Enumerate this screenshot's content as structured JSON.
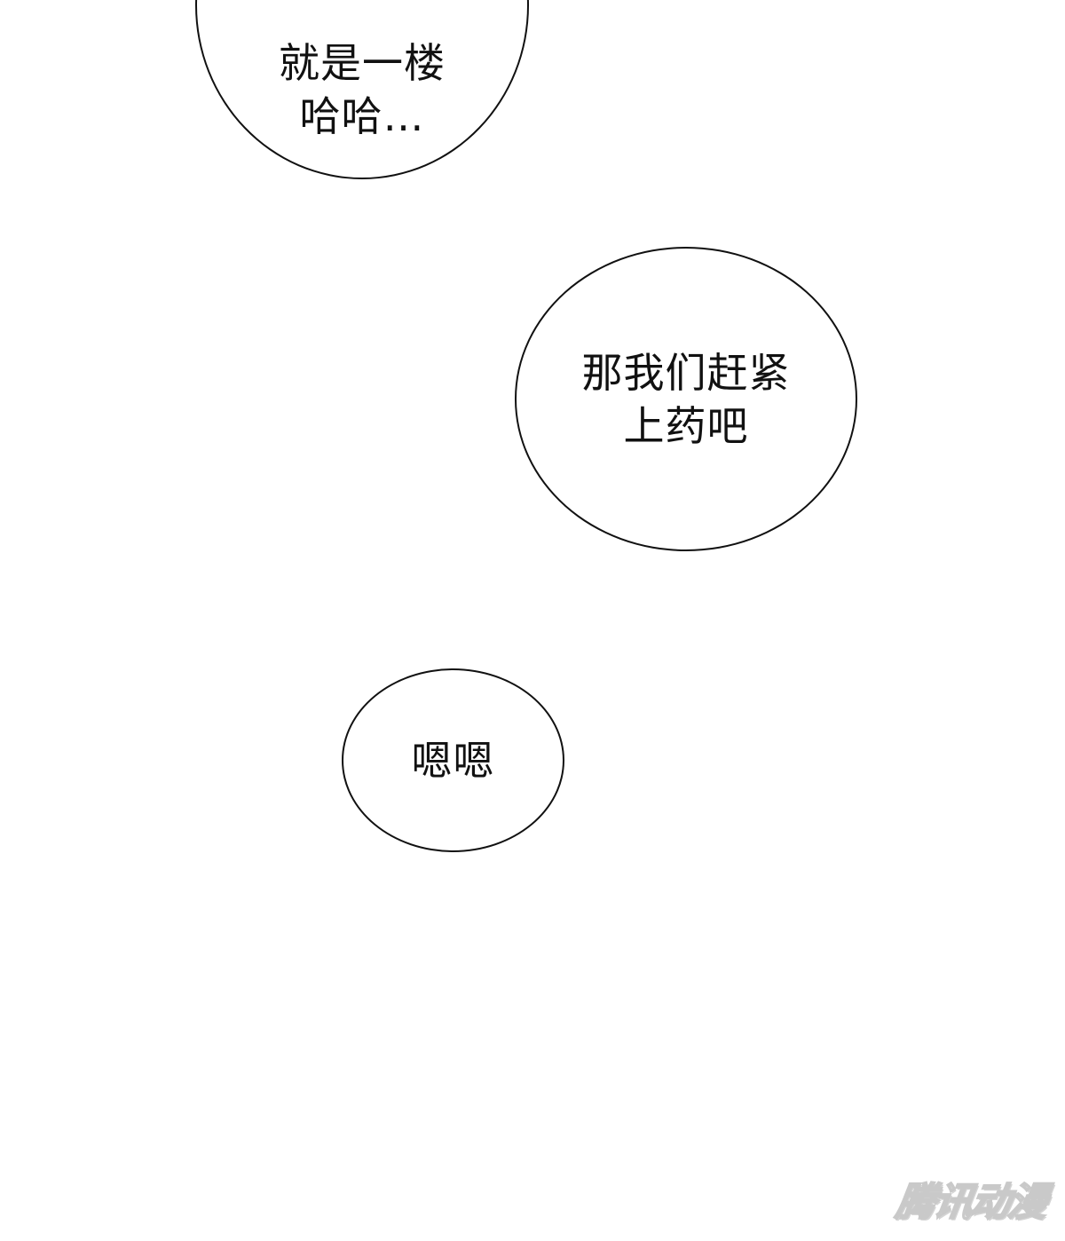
{
  "bubbles": [
    {
      "lines": [
        "就是一楼",
        "哈哈…"
      ]
    },
    {
      "lines": [
        "那我们赶紧",
        "上药吧"
      ]
    },
    {
      "lines": [
        "嗯嗯"
      ]
    }
  ],
  "watermark": {
    "text": "腾讯动漫"
  },
  "colors": {
    "background": "#ffffff",
    "ink": "#111111",
    "watermark_outline": "#c9c9c9"
  }
}
